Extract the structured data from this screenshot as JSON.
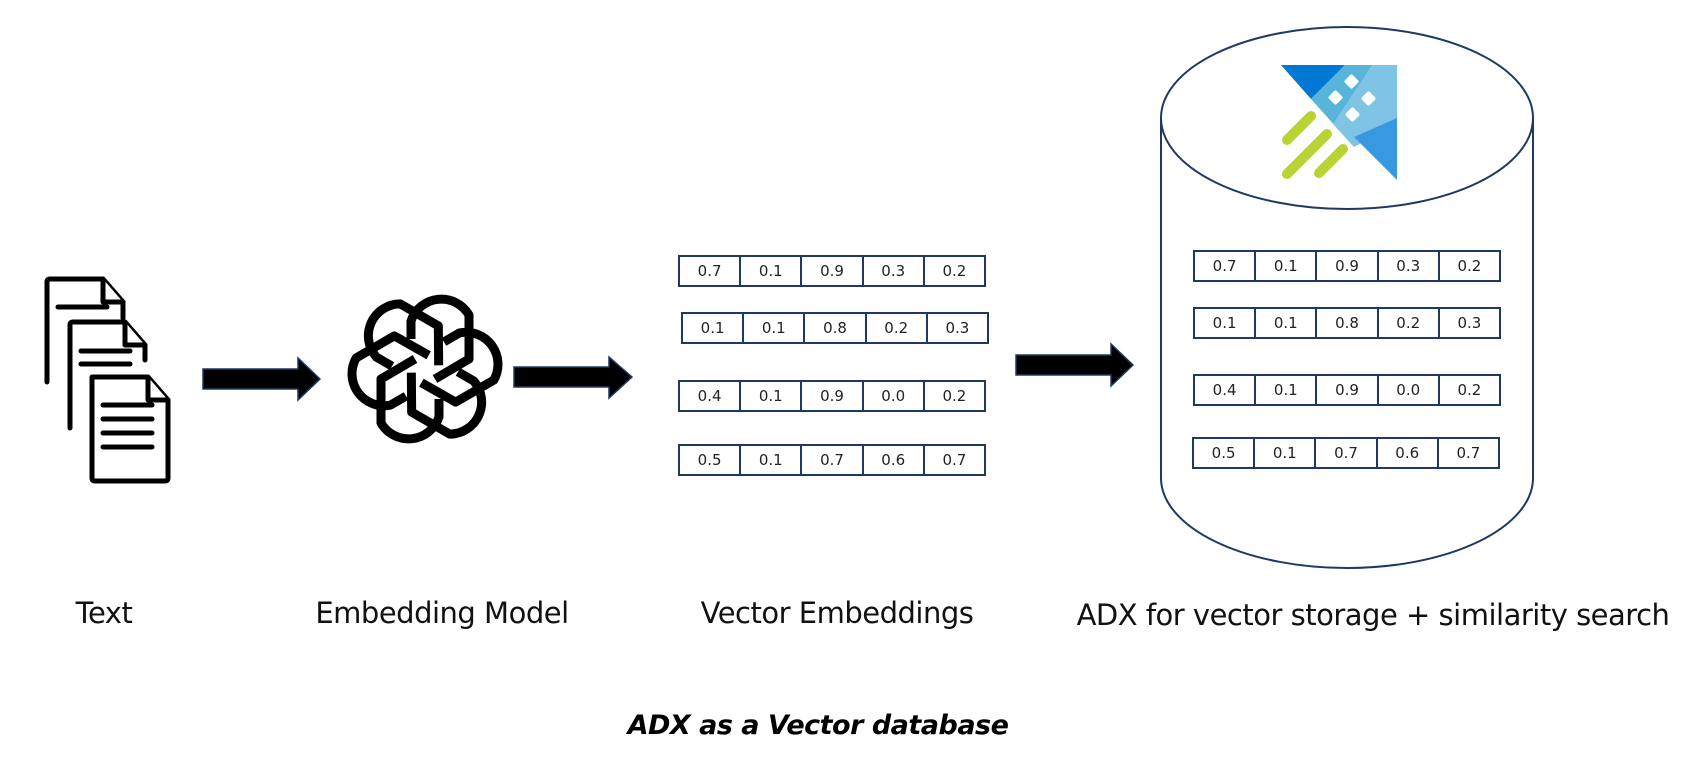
{
  "diagram": {
    "caption": "ADX as a Vector database",
    "stages": [
      {
        "id": "text",
        "label": "Text",
        "icon": "documents-icon"
      },
      {
        "id": "embedding-model",
        "label": "Embedding Model",
        "icon": "openai-logo-icon"
      },
      {
        "id": "vector-embeddings",
        "label": "Vector Embeddings",
        "icon": "vector-table"
      },
      {
        "id": "adx",
        "label": "ADX for vector storage + similarity search",
        "icon": "database-cylinder-with-adx-logo"
      }
    ],
    "flow": [
      "text",
      "embedding-model",
      "vector-embeddings",
      "adx"
    ],
    "vectors": [
      [
        "0.7",
        "0.1",
        "0.9",
        "0.3",
        "0.2"
      ],
      [
        "0.1",
        "0.1",
        "0.8",
        "0.2",
        "0.3"
      ],
      [
        "0.4",
        "0.1",
        "0.9",
        "0.0",
        "0.2"
      ],
      [
        "0.5",
        "0.1",
        "0.7",
        "0.6",
        "0.7"
      ]
    ],
    "stored_vectors": [
      [
        "0.7",
        "0.1",
        "0.9",
        "0.3",
        "0.2"
      ],
      [
        "0.1",
        "0.1",
        "0.8",
        "0.2",
        "0.3"
      ],
      [
        "0.4",
        "0.1",
        "0.9",
        "0.0",
        "0.2"
      ],
      [
        "0.5",
        "0.1",
        "0.7",
        "0.6",
        "0.7"
      ]
    ],
    "colors": {
      "outline": "#1f3864",
      "adx_dark_blue": "#0078d4",
      "adx_mid_blue": "#59b4d9",
      "adx_light_blue": "#7fc4e4",
      "adx_blue": "#3999e0",
      "adx_green": "#b8d432"
    }
  }
}
